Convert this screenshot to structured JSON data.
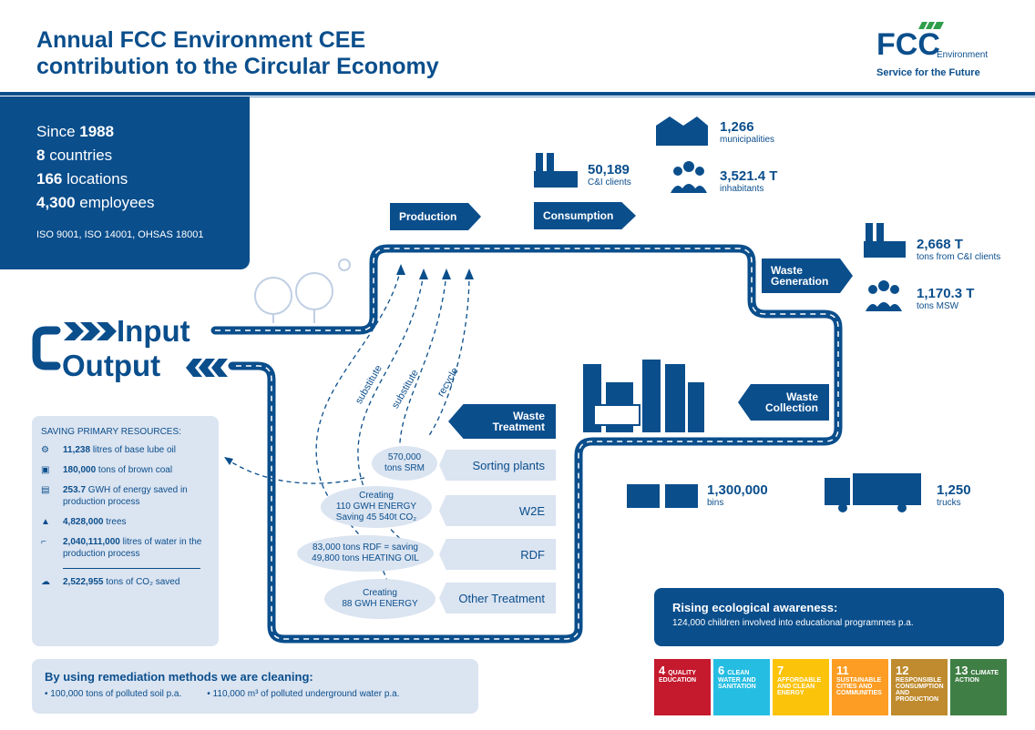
{
  "header": {
    "title_line1": "Annual FCC Environment CEE",
    "title_line2": "contribution to the Circular Economy"
  },
  "logo": {
    "mark": "FCC",
    "sub": "Environment",
    "tagline": "Service for the Future"
  },
  "facts": {
    "since_label": "Since",
    "since_value": "1988",
    "countries_value": "8",
    "countries_label": "countries",
    "locations_value": "166",
    "locations_label": "locations",
    "employees_value": "4,300",
    "employees_label": "employees",
    "iso": "ISO 9001, ISO 14001, OHSAS 18001"
  },
  "flow": {
    "production": "Production",
    "consumption": "Consumption",
    "waste_generation_1": "Waste",
    "waste_generation_2": "Generation",
    "waste_collection_1": "Waste",
    "waste_collection_2": "Collection",
    "waste_treatment_1": "Waste",
    "waste_treatment_2": "Treatment",
    "input": "Input",
    "output": "Output",
    "arrow_labels": [
      "substitute",
      "substitute",
      "recycle"
    ]
  },
  "stats": {
    "ci_clients_value": "50,189",
    "ci_clients_label": "C&I clients",
    "municipalities_value": "1,266",
    "municipalities_label": "municipalities",
    "inhabitants_value": "3,521.4 T",
    "inhabitants_label": "inhabitants",
    "tons_ci_value": "2,668 T",
    "tons_ci_label": "tons from C&I clients",
    "tons_msw_value": "1,170.3 T",
    "tons_msw_label": "tons MSW",
    "bins_value": "1,300,000",
    "bins_label": "bins",
    "trucks_value": "1,250",
    "trucks_label": "trucks"
  },
  "treatment": {
    "sorting": "Sorting plants",
    "w2e": "W2E",
    "rdf": "RDF",
    "other": "Other Treatment",
    "srm_1": "570,000",
    "srm_2": "tons SRM",
    "energy_1": "Creating",
    "energy_2": "110 GWH ENERGY",
    "energy_3": "Saving 45 540t CO₂",
    "rdf_1": "83,000 tons RDF = saving",
    "rdf_2": "49,800 tons HEATING OIL",
    "other_1": "Creating",
    "other_2": "88 GWH ENERGY"
  },
  "resources": {
    "header": "SAVING PRIMARY RESOURCES:",
    "items": [
      {
        "value": "11,238",
        "text": " litres of base lube oil",
        "icon": "gears-icon"
      },
      {
        "value": "180,000",
        "text": " tons of brown coal",
        "icon": "coal-cart-icon"
      },
      {
        "value": "253.7",
        "text": " GWH of energy saved in production process",
        "icon": "battery-icon"
      },
      {
        "value": "4,828,000",
        "text": " trees",
        "icon": "tree-icon"
      },
      {
        "value": "2,040,111,000",
        "text": " litres of water in the production process",
        "icon": "tap-icon"
      },
      {
        "value": "2,522,955",
        "text": " tons of CO₂ saved",
        "icon": "co2-cloud-icon"
      }
    ]
  },
  "remediation": {
    "header": "By using remediation methods we are cleaning:",
    "items": [
      "• 100,000 tons of polluted soil p.a.",
      "• 110,000 m³ of polluted underground water p.a."
    ]
  },
  "awareness": {
    "header": "Rising ecological awareness:",
    "text": "124,000 children involved into educational programmes p.a."
  },
  "sdgs": [
    {
      "num": "4",
      "label": "QUALITY EDUCATION",
      "color": "#c5192d"
    },
    {
      "num": "6",
      "label": "CLEAN WATER AND SANITATION",
      "color": "#26bde2"
    },
    {
      "num": "7",
      "label": "AFFORDABLE AND CLEAN ENERGY",
      "color": "#fcc30b"
    },
    {
      "num": "11",
      "label": "SUSTAINABLE CITIES AND COMMUNITIES",
      "color": "#fd9d24"
    },
    {
      "num": "12",
      "label": "RESPONSIBLE CONSUMPTION AND PRODUCTION",
      "color": "#bf8b2e"
    },
    {
      "num": "13",
      "label": "CLIMATE ACTION",
      "color": "#3f7e44"
    }
  ],
  "colors": {
    "brand": "#0a4e8c",
    "light": "#dbe4f1",
    "logo_green": "#2e9e4a"
  }
}
